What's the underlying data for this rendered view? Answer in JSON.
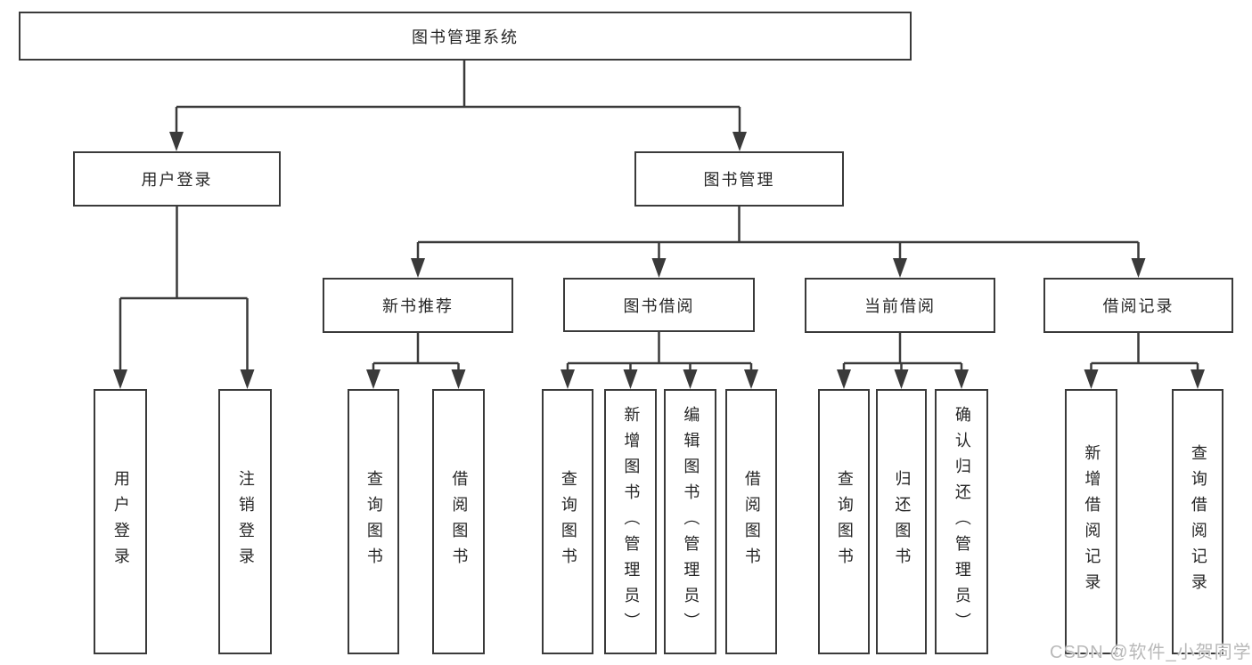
{
  "diagram": {
    "root": {
      "label": "图书管理系统"
    },
    "level2": {
      "user_login": {
        "label": "用户登录"
      },
      "book_mgmt": {
        "label": "图书管理"
      }
    },
    "level3": {
      "new_book": {
        "label": "新书推荐"
      },
      "book_borrow": {
        "label": "图书借阅"
      },
      "current_borrow": {
        "label": "当前借阅"
      },
      "borrow_record": {
        "label": "借阅记录"
      }
    },
    "leaves": {
      "user_login": [
        "用户登录",
        "注销登录"
      ],
      "new_book": [
        "查询图书",
        "借阅图书"
      ],
      "book_borrow": [
        "查询图书",
        "新增图书（管理员）",
        "编辑图书（管理员）",
        "借阅图书"
      ],
      "current_borrow": [
        "查询图书",
        "归还图书",
        "确认归还（管理员）"
      ],
      "borrow_record": [
        "新增借阅记录",
        "查询借阅记录"
      ]
    }
  },
  "watermark": {
    "text": "CSDN @软件_小贺同学"
  },
  "colors": {
    "line": "#3a3a3a",
    "text": "#262626",
    "watermark": "#b9b9b9",
    "background": "#ffffff"
  }
}
